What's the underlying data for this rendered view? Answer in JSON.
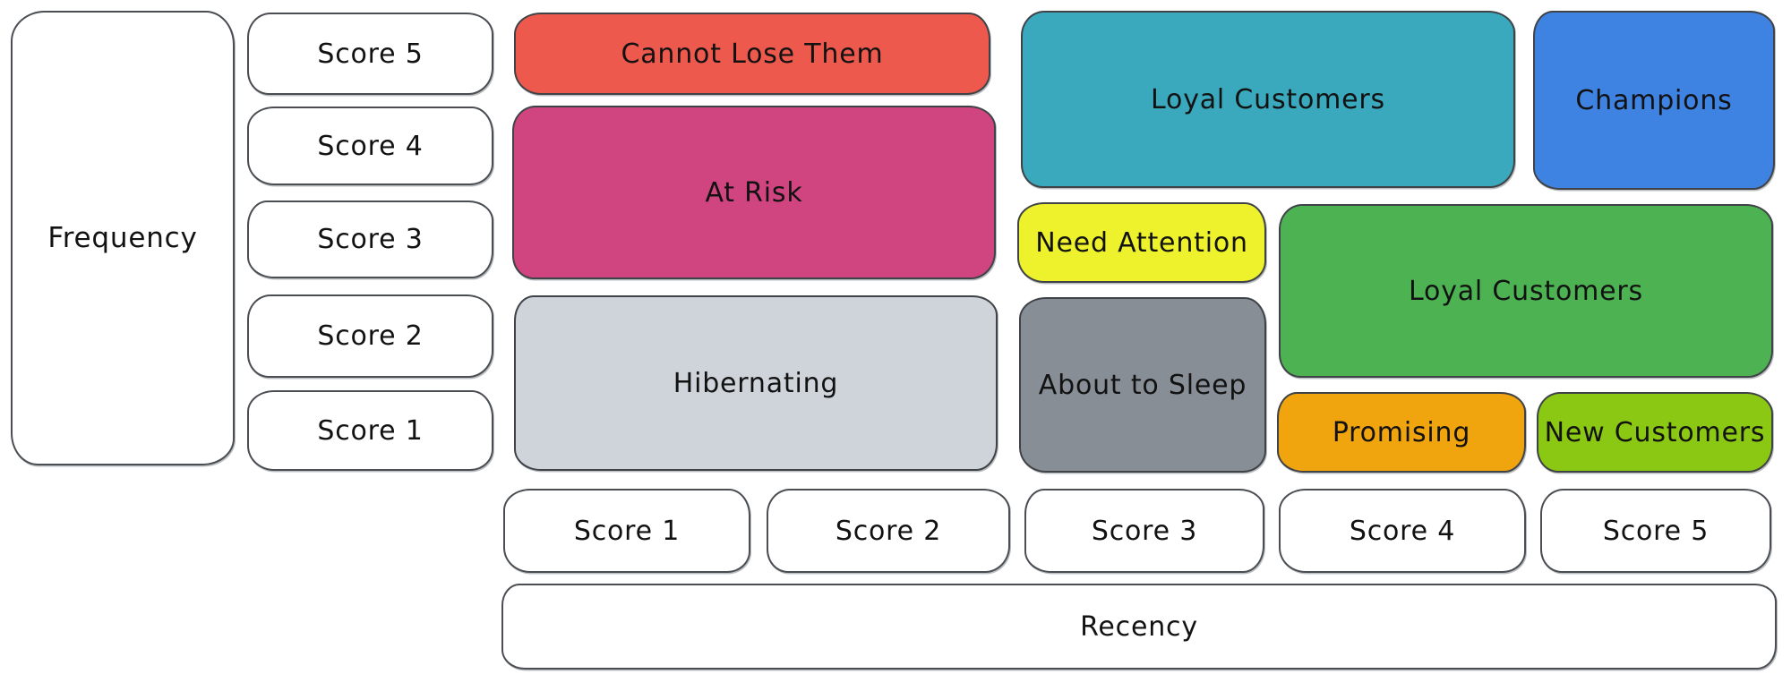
{
  "frequency_axis": {
    "label": "Frequency",
    "scores": [
      "Score 5",
      "Score 4",
      "Score 3",
      "Score 2",
      "Score 1"
    ]
  },
  "recency_axis": {
    "label": "Recency",
    "scores": [
      "Score 1",
      "Score 2",
      "Score 3",
      "Score 4",
      "Score 5"
    ]
  },
  "segments": [
    {
      "id": "cannot-lose-them",
      "label": "Cannot Lose Them",
      "color": "#ee594e"
    },
    {
      "id": "at-risk",
      "label": "At Risk",
      "color": "#d04580"
    },
    {
      "id": "hibernating",
      "label": "Hibernating",
      "color": "#ced4da"
    },
    {
      "id": "loyal-customers-upper",
      "label": "Loyal Customers",
      "color": "#3aa8bd"
    },
    {
      "id": "champions",
      "label": "Champions",
      "color": "#3e82e2"
    },
    {
      "id": "need-attention",
      "label": "Need Attention",
      "color": "#eef22c"
    },
    {
      "id": "loyal-customers-lower",
      "label": "Loyal Customers",
      "color": "#4db352"
    },
    {
      "id": "about-to-sleep",
      "label": "About to Sleep",
      "color": "#878e95"
    },
    {
      "id": "promising",
      "label": "Promising",
      "color": "#f0a40e"
    },
    {
      "id": "new-customers",
      "label": "New Customers",
      "color": "#8bc813"
    }
  ],
  "style_tokens": {
    "background": "#ffffff",
    "stroke": "#3f4347",
    "text_color": "#121212"
  }
}
